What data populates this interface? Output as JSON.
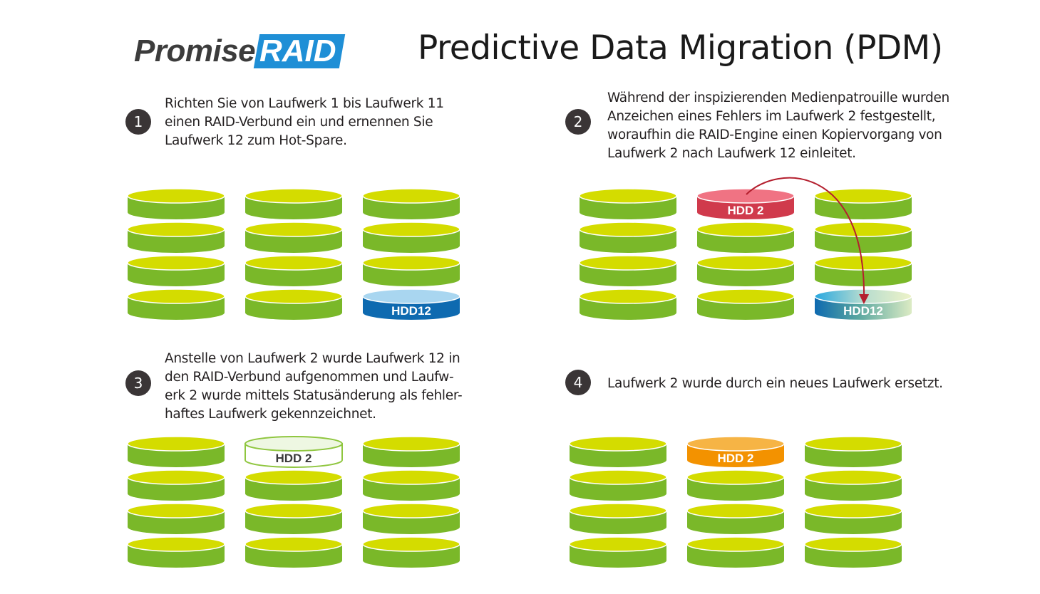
{
  "logo": {
    "promise": "Promise",
    "raid": "RAID"
  },
  "title": "Predictive Data Migration (PDM)",
  "steps": [
    {
      "number": "1",
      "lines": [
        "Richten Sie von Laufwerk 1 bis Laufwerk 11",
        "einen RAID-Verbund ein und ernennen Sie",
        "Laufwerk 12 zum Hot-Spare."
      ]
    },
    {
      "number": "2",
      "lines": [
        "Während der inspizierenden Medienpatrouille wurden",
        "Anzeichen eines Fehlers im Laufwerk 2 festgestellt,",
        "woraufhin die RAID-Engine einen Kopiervorgang von",
        "Laufwerk 2 nach Laufwerk 12 einleitet."
      ]
    },
    {
      "number": "3",
      "lines": [
        "Anstelle von Laufwerk 2 wurde Laufwerk 12 in",
        "den RAID-Verbund aufgenommen und Laufw-",
        "erk 2 wurde mittels Statusänderung als fehler-",
        "haftes Laufwerk gekennzeichnet."
      ]
    },
    {
      "number": "4",
      "lines": [
        "Laufwerk 2 wurde durch ein neues Laufwerk ersetzt."
      ]
    }
  ],
  "labels": {
    "hdd12": "HDD12",
    "hdd2": "HDD 2"
  },
  "colors": {
    "disk_side": "#7ab829",
    "disk_top": "#d4dc00",
    "spare_side": "#0e6ab0",
    "spare_top": "#a9d6f0",
    "failing_side": "#d03a4c",
    "failing_top": "#f07383",
    "failed_outline": "#8fc63f",
    "new_side": "#f39200",
    "new_top": "#f6b445",
    "arrow": "#b41f2e",
    "step_circle": "#3a3536",
    "logo_blue": "#1f8fd6"
  }
}
